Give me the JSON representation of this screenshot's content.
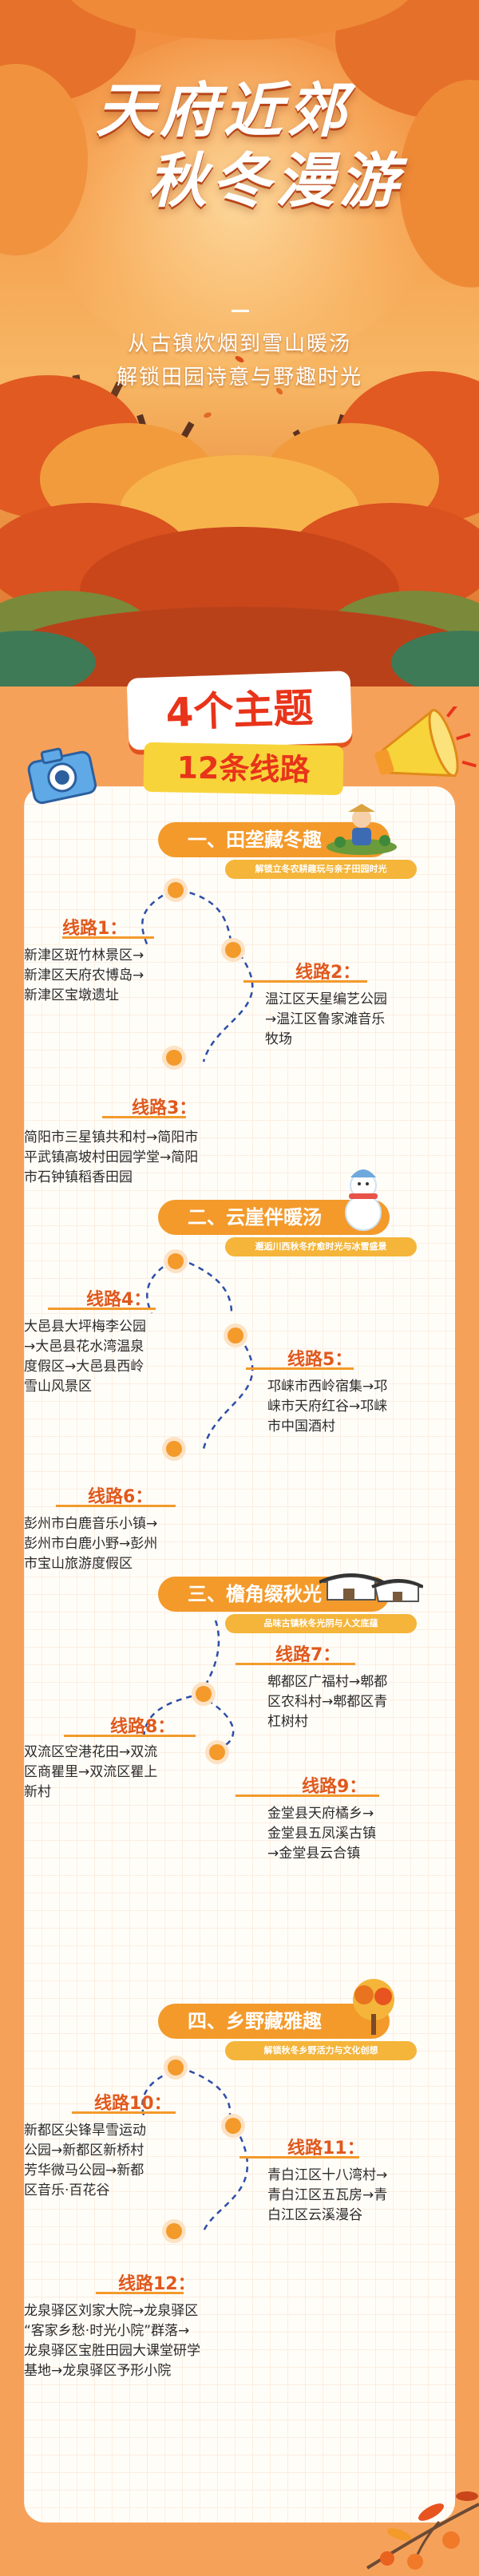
{
  "hero": {
    "title_line1": "天府近郊",
    "title_line2": "秋冬漫游",
    "subtitle_line1": "从古镇炊烟到雪山暖汤",
    "subtitle_line2": "解锁田园诗意与野趣时光"
  },
  "banner": {
    "main": "4个主题",
    "sub": "12条线路"
  },
  "themes": [
    {
      "title": "一、田垄藏冬趣",
      "tagline": "解锁立冬农耕趣玩与亲子田园时光",
      "routes": [
        {
          "label": "线路1：",
          "lines": [
            "新津区斑竹林景区→",
            "新津区天府农博岛→",
            "新津区宝墩遗址"
          ]
        },
        {
          "label": "线路2：",
          "lines": [
            "温江区天星编艺公园",
            "→温江区鲁家滩音乐",
            "牧场"
          ]
        },
        {
          "label": "线路3：",
          "lines": [
            "简阳市三星镇共和村→简阳市",
            "平武镇高坡村田园学堂→简阳",
            "市石钟镇稻香田园"
          ]
        }
      ]
    },
    {
      "title": "二、云崖伴暖汤",
      "tagline": "邂逅川西秋冬疗愈时光与冰雪盛景",
      "routes": [
        {
          "label": "线路4：",
          "lines": [
            "大邑县大坪梅李公园",
            "→大邑县花水湾温泉",
            "度假区→大邑县西岭",
            "雪山风景区"
          ]
        },
        {
          "label": "线路5：",
          "lines": [
            "邛崃市西岭宿集→邛",
            "崃市天府红谷→邛崃",
            "市中国酒村"
          ]
        },
        {
          "label": "线路6：",
          "lines": [
            "彭州市白鹿音乐小镇→",
            "彭州市白鹿小野→彭州",
            "市宝山旅游度假区"
          ]
        }
      ]
    },
    {
      "title": "三、檐角缀秋光",
      "tagline": "品味古镇秋冬光阴与人文底蕴",
      "routes": [
        {
          "label": "线路7：",
          "lines": [
            "郫都区广福村→郫都",
            "区农科村→郫都区青",
            "杠树村"
          ]
        },
        {
          "label": "线路8：",
          "lines": [
            "双流区空港花田→双流",
            "区商瞿里→双流区瞿上",
            "新村"
          ]
        },
        {
          "label": "线路9：",
          "lines": [
            "金堂县天府橘乡→",
            "金堂县五凤溪古镇",
            "→金堂县云合镇"
          ]
        }
      ]
    },
    {
      "title": "四、乡野藏雅趣",
      "tagline": "解锁秋冬乡野活力与文化创想",
      "routes": [
        {
          "label": "线路10：",
          "lines": [
            "新都区尖锋旱雪运动",
            "公园→新都区新桥村",
            "芳华微马公园→新都",
            "区音乐·百花谷"
          ]
        },
        {
          "label": "线路11：",
          "lines": [
            "青白江区十八湾村→",
            "青白江区五瓦房→青",
            "白江区云溪漫谷"
          ]
        },
        {
          "label": "线路12：",
          "lines": [
            "龙泉驿区刘家大院→龙泉驿区",
            "“客家乡愁·时光小院”群落→",
            "龙泉驿区宝胜田园大课堂研学",
            "基地→龙泉驿区予形小院"
          ]
        }
      ]
    }
  ],
  "colors": {
    "accent": "#f39a2b",
    "title_red": "#e8341a",
    "route_label": "#e0591d",
    "background": "#f6a15a"
  },
  "icons": [
    "camera-icon",
    "megaphone-icon",
    "farmer-icon",
    "snowman-icon",
    "ancient-house-icon",
    "lantern-tree-icon",
    "persimmon-branch-icon"
  ]
}
